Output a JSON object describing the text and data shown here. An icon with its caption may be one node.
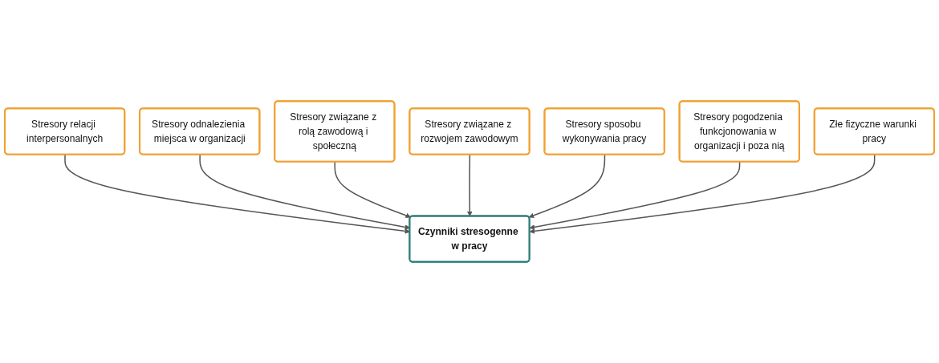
{
  "diagram": {
    "nodes": [
      {
        "text": [
          "Czynniki stresogenne w pracy"
        ]
      },
      {
        "text": [
          "Stresory relacji interpersonalnych"
        ]
      },
      {
        "text": [
          "Stresory odnalezienia miejsca w organizacji"
        ]
      },
      {
        "text": [
          "Stresory związane z rolą zawodową i społeczną"
        ]
      },
      {
        "text": [
          "Stresory związane z rozwojem zawodowym"
        ]
      },
      {
        "text": [
          "Stresory sposobu wykonywania pracy"
        ]
      },
      {
        "text": [
          "Stresory pogodzenia funkcjonowania w organizacji i poza nią"
        ]
      },
      {
        "text": [
          "Złe fizyczne warunki pracy"
        ]
      }
    ],
    "edges": [
      {
        "from": 1,
        "to": 0,
        "arrow": "to"
      },
      {
        "from": 2,
        "to": 0,
        "arrow": "to"
      },
      {
        "from": 3,
        "to": 0,
        "arrow": "to"
      },
      {
        "from": 4,
        "to": 0,
        "arrow": "to"
      },
      {
        "from": 5,
        "to": 0,
        "arrow": "to"
      },
      {
        "from": 6,
        "to": 0,
        "arrow": "to"
      },
      {
        "from": 7,
        "to": 0,
        "arrow": "to"
      }
    ]
  }
}
